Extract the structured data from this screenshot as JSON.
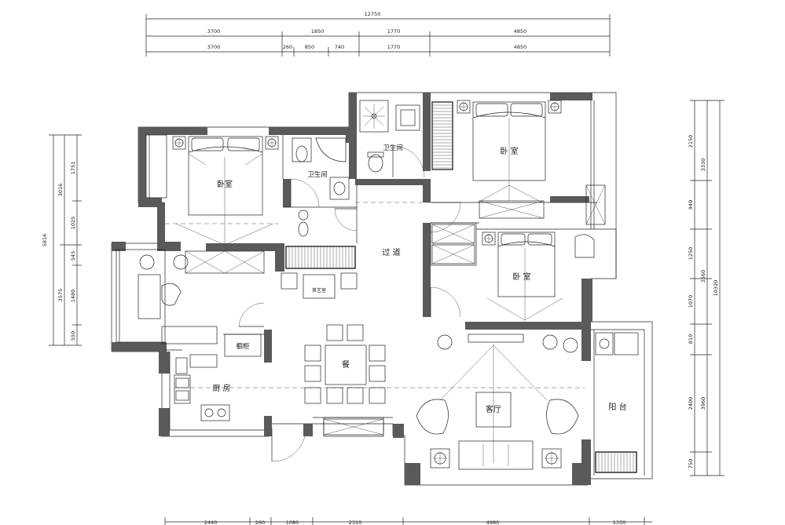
{
  "dimensions": {
    "top_total": "12750",
    "top_row1": [
      "3700",
      "1850",
      "1770",
      "4850"
    ],
    "top_row2": [
      "3700",
      "260",
      "850",
      "740",
      "1770",
      "4850"
    ],
    "left_col1": [
      "5816"
    ],
    "left_col2": [
      "3016",
      "2575"
    ],
    "left_col3": [
      "1751",
      "1025",
      "545",
      "1480",
      "550"
    ],
    "right_col1": [
      "2150",
      "940",
      "1250",
      "1070",
      "810",
      "2400",
      "750"
    ],
    "right_col2": [
      "3330",
      "2560",
      "3960"
    ],
    "right_col3": [
      "10320"
    ],
    "bottom_row": [
      "2440",
      "260",
      "1080",
      "2310",
      "4980",
      "1350"
    ]
  },
  "rooms": {
    "bedroom_left": "卧室",
    "bathroom_left": "卫生间",
    "bathroom_right": "卫生间",
    "bedroom_top_right": "卧 室",
    "bedroom_mid_right": "卧 室",
    "corridor": "过 道",
    "tea_room": "茶艺室",
    "kitchen": "厨 房",
    "kitchen_cabinet": "橱柜",
    "dining": "餐",
    "living_room": "客厅",
    "balcony": "阳 台"
  }
}
